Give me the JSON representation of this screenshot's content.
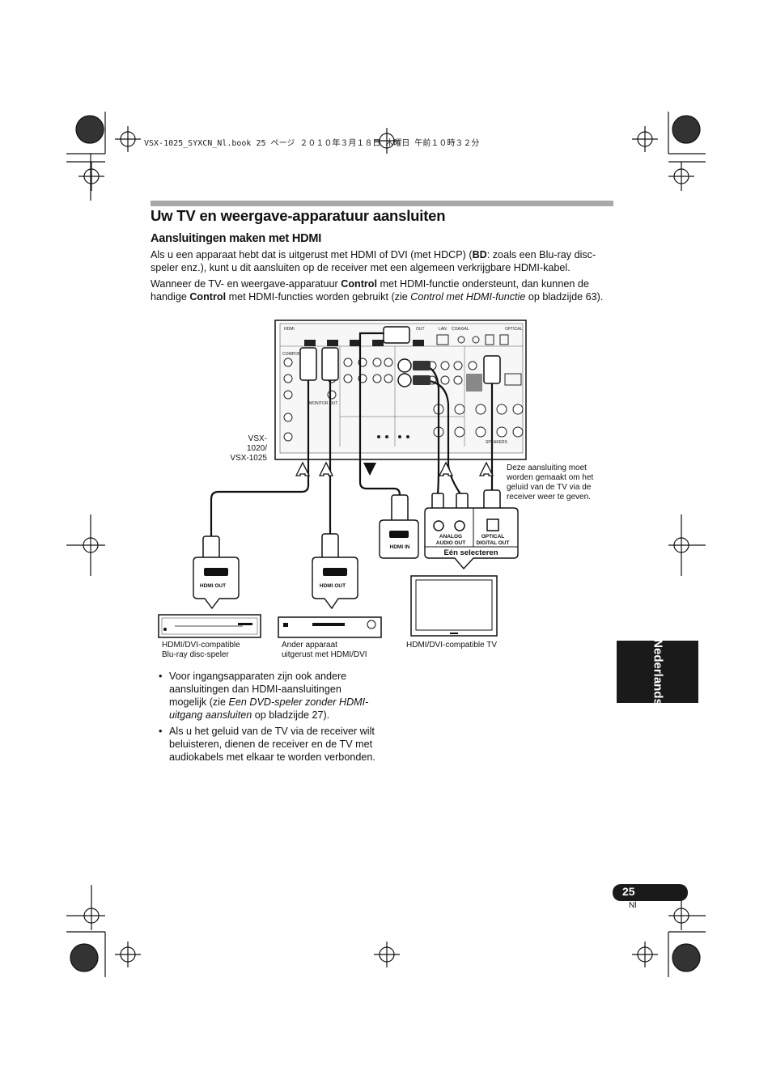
{
  "header_line": "VSX-1025_SYXCN_Nl.book  25 ページ  ２０１０年３月１８日  木曜日  午前１０時３２分",
  "page": {
    "title": "Uw TV en weergave-apparatuur aansluiten",
    "section_title": "Aansluitingen maken met HDMI",
    "p1": {
      "a": "Als u een apparaat hebt dat is uitgerust met HDMI of DVI (met HDCP) (",
      "b": "BD",
      "c": ": zoals een Blu-ray disc-speler enz.), kunt u dit aansluiten op de receiver met een algemeen verkrijgbare HDMI-kabel."
    },
    "p2": {
      "a": "Wanneer de TV- en weergave-apparatuur ",
      "b": "Control",
      "c": " met HDMI-functie ondersteunt, dan kunnen de handige ",
      "d": "Control",
      "e": " met HDMI-functies worden gebruikt (zie ",
      "f": "Control met HDMI-functie",
      "g": " op bladzijde 63)."
    }
  },
  "diagram": {
    "model_label_1": "VSX-1020/",
    "model_label_2": "VSX-1025",
    "note_1": "Deze aansluiting moet",
    "note_2": "worden gemaakt om het",
    "note_3": "geluid van de TV via de",
    "note_4": "receiver weer te geven.",
    "hdmi_out_1": "HDMI OUT",
    "hdmi_out_2": "HDMI OUT",
    "hdmi_in": "HDMI IN",
    "analog_out_1": "ANALOG",
    "analog_out_2": "AUDIO OUT",
    "optical_out_1": "OPTICAL",
    "optical_out_2": "DIGITAL OUT",
    "select_one": "Eén selecteren",
    "panel_hdmi": "HDMI",
    "panel_out": "OUT",
    "panel_lan": "LAN",
    "panel_coaxial": "COAXIAL",
    "panel_optical": "OPTICAL",
    "panel_component": "COMPONENT",
    "panel_monitor": "MONITOR OUT",
    "panel_speakers": "SPEAKERS",
    "device_label_1a": "HDMI/DVI-compatible",
    "device_label_1b": "Blu-ray disc-speler",
    "device_label_2a": "Ander apparaat",
    "device_label_2b": "uitgerust met HDMI/DVI",
    "device_label_3": "HDMI/DVI-compatible TV"
  },
  "bullets": {
    "b1": {
      "a": "Voor ingangsapparaten zijn ook andere aansluitingen dan HDMI-aansluitingen mogelijk (zie ",
      "b": "Een DVD-speler zonder HDMI-uitgang aansluiten",
      "c": " op bladzijde 27)."
    },
    "b2": "Als u het geluid van de TV via de receiver wilt beluisteren, dienen de receiver en de TV met audiokabels met elkaar te worden verbonden."
  },
  "side_tab": "Nederlands",
  "page_number": "25",
  "page_lang": "Nl"
}
